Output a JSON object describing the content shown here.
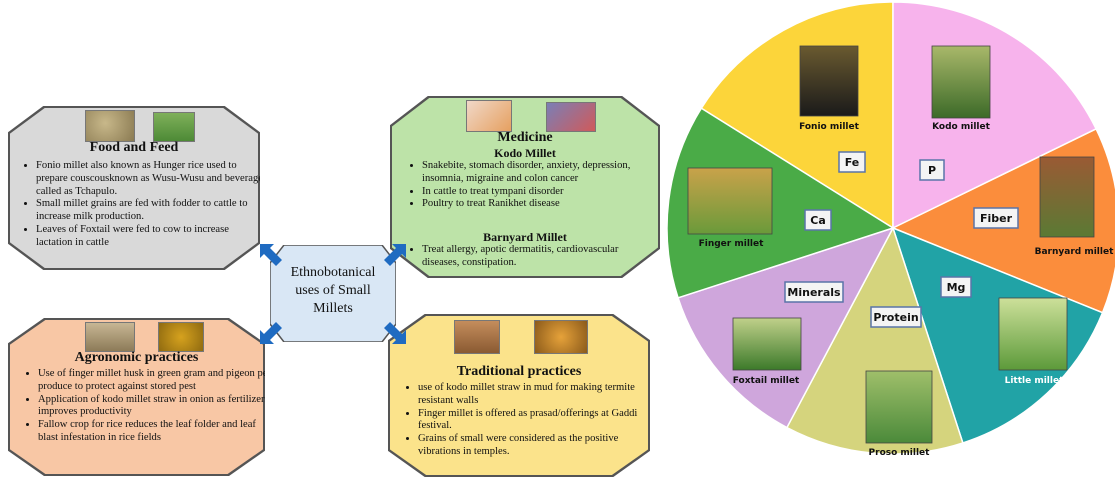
{
  "center": {
    "label": "Ethnobotanical uses of Small Millets"
  },
  "food_feed": {
    "title": "Food and Feed",
    "bullets": [
      "Fonio millet  also known as Hunger rice used to prepare couscousknown as Wusu-Wusu and beverages called as Tchapulo.",
      "Small millet grains are fed with fodder to cattle to increase milk production.",
      "Leaves of Foxtail were fed to cow to increase lactation in cattle"
    ]
  },
  "medicine": {
    "title": "Medicine",
    "kodo_heading": "Kodo Millet",
    "kodo_bullets": [
      "Snakebite, stomach disorder, anxiety, depression, insomnia,  migraine and colon cancer",
      "In cattle to treat tympani  disorder",
      "Poultry  to treat Ranikhet  disease"
    ],
    "barnyard_heading": "Barnyard  Millet",
    "barnyard_bullets": [
      "Treat allergy, apotic dermatitis, cardiovascular diseases, constipation."
    ]
  },
  "agronomic": {
    "title": "Agronomic practices",
    "bullets": [
      "Use of finger millet husk  in green gram and pigeon pea produce to protect against stored pest",
      "Application of kodo millet straw in onion as fertilizers improves productivity",
      "Fallow crop for rice reduces the leaf folder and leaf blast infestation  in rice fields"
    ]
  },
  "traditional": {
    "title": "Traditional practices",
    "bullets": [
      "use of kodo millet straw in mud  for making  termite resistant walls",
      "Finger millet is offered as prasad/offerings at Gaddi festival.",
      "Grains of small were considered as the positive vibrations in temples."
    ]
  },
  "pie": {
    "segments": [
      {
        "millet": "Fonio millet",
        "nutrient": "Fe",
        "color": "#fcd53a"
      },
      {
        "millet": "Kodo millet",
        "nutrient": "P",
        "color": "#f7b3ec"
      },
      {
        "millet": "Barnyard millet",
        "nutrient": "Fiber",
        "color": "#fb8d3c"
      },
      {
        "millet": "Little millet",
        "nutrient": "Mg",
        "color": "#21a3a6"
      },
      {
        "millet": "Proso millet",
        "nutrient": "Protein",
        "color": "#d5d47d"
      },
      {
        "millet": "Foxtail millet",
        "nutrient": "Minerals",
        "color": "#cfa6dc"
      },
      {
        "millet": "Finger millet",
        "nutrient": "Ca",
        "color": "#4aab47"
      }
    ]
  }
}
